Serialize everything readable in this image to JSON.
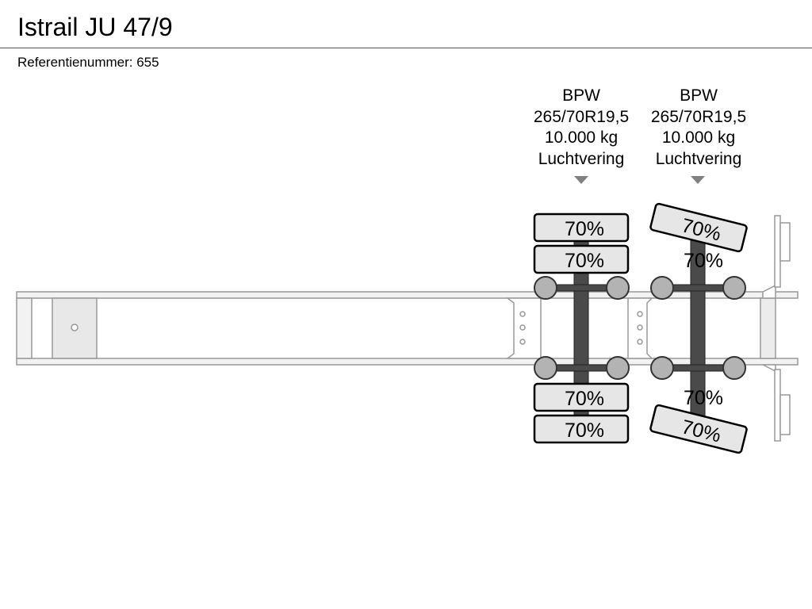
{
  "header": {
    "title": "Istrail JU 47/9",
    "reference": "Referentienummer: 655"
  },
  "axles": [
    {
      "brand": "BPW",
      "tire_size": "265/70R19,5",
      "capacity": "10.000 kg",
      "suspension": "Luchtvering",
      "tires": {
        "top_outer": "70%",
        "top_inner": "70%",
        "bottom_inner": "70%",
        "bottom_outer": "70%"
      }
    },
    {
      "brand": "BPW",
      "tire_size": "265/70R19,5",
      "capacity": "10.000 kg",
      "suspension": "Luchtvering",
      "tires": {
        "top_outer": "70%",
        "top_inner": "70%",
        "bottom_inner": "70%",
        "bottom_outer": "70%"
      }
    }
  ],
  "colors": {
    "tire_fill": "#e6e6e6",
    "axle_bar": "#4a4a4a",
    "hub": "#b3b3b3",
    "frame": "#f2f2f2",
    "marker": "#808080"
  }
}
